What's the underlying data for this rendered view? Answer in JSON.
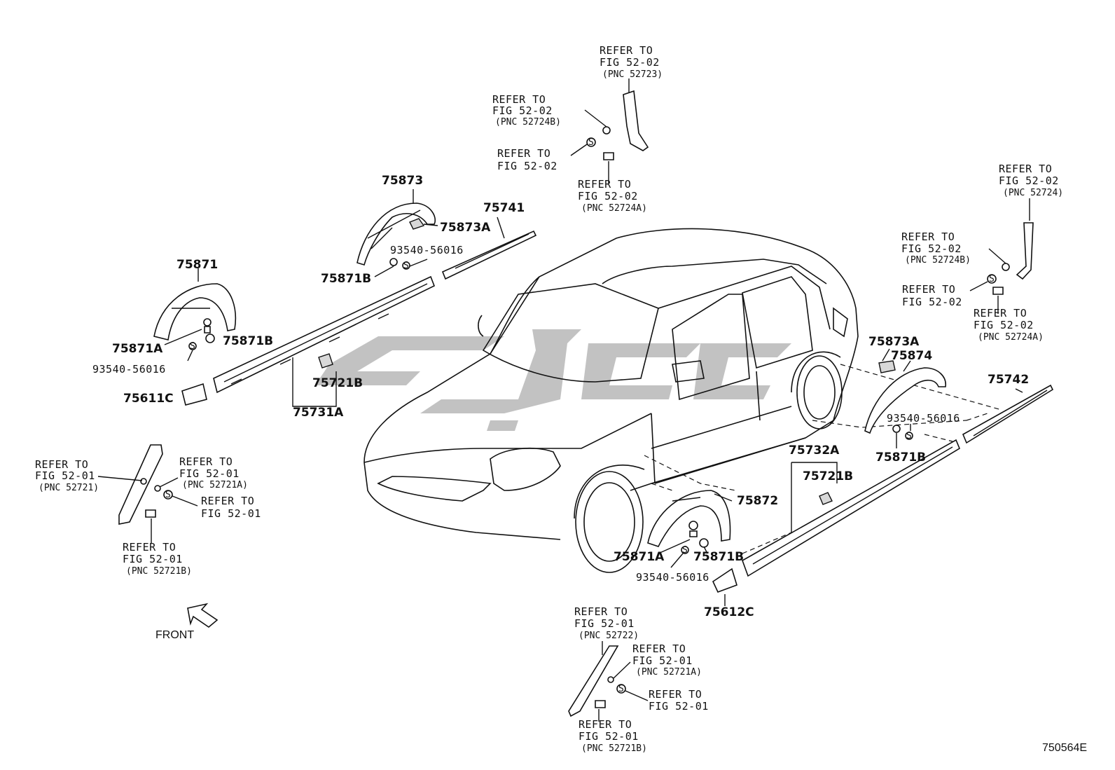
{
  "callouts": {
    "c1": {
      "line1": "REFER TO",
      "line2": "FIG 52-02",
      "line3": "(PNC 52723)"
    },
    "c2": {
      "line1": "REFER TO",
      "line2": "FIG 52-02",
      "line3": "(PNC 52724B)"
    },
    "c3": {
      "line1": "REFER TO",
      "line2": "FIG 52-02"
    },
    "c4": {
      "line1": "REFER TO",
      "line2": "FIG 52-02",
      "line3": "(PNC 52724A)"
    },
    "c5": {
      "line1": "REFER TO",
      "line2": "FIG 52-02",
      "line3": "(PNC 52724)"
    },
    "c6": {
      "line1": "REFER TO",
      "line2": "FIG 52-02",
      "line3": "(PNC 52724B)"
    },
    "c7": {
      "line1": "REFER TO",
      "line2": "FIG 52-02"
    },
    "c8": {
      "line1": "REFER TO",
      "line2": "FIG 52-02",
      "line3": "(PNC 52724A)"
    },
    "c9": {
      "line1": "REFER TO",
      "line2": "FIG 52-01",
      "line3": "(PNC 52721)"
    },
    "c10": {
      "line1": "REFER TO",
      "line2": "FIG 52-01",
      "line3": "(PNC 52721A)"
    },
    "c11": {
      "line1": "REFER TO",
      "line2": "FIG 52-01"
    },
    "c12": {
      "line1": "REFER TO",
      "line2": "FIG 52-01",
      "line3": "(PNC 52721B)"
    },
    "c13": {
      "line1": "REFER TO",
      "line2": "FIG 52-01",
      "line3": "(PNC 52722)"
    },
    "c14": {
      "line1": "REFER TO",
      "line2": "FIG 52-01",
      "line3": "(PNC 52721A)"
    },
    "c15": {
      "line1": "REFER TO",
      "line2": "FIG 52-01"
    },
    "c16": {
      "line1": "REFER TO",
      "line2": "FIG 52-01",
      "line3": "(PNC 52721B)"
    }
  },
  "parts": {
    "p75873": "75873",
    "p75873A_top": "75873A",
    "p75741": "75741",
    "p93540_top": "93540-56016",
    "p75871B_top": "75871B",
    "p75871": "75871",
    "p75871A_left": "75871A",
    "p75871B_left": "75871B",
    "p93540_left": "93540-56016",
    "p75611C": "75611C",
    "p75721B_left": "75721B",
    "p75731A": "75731A",
    "p75873A_right": "75873A",
    "p75874": "75874",
    "p75742": "75742",
    "p93540_right": "93540-56016",
    "p75871B_right": "75871B",
    "p75732A": "75732A",
    "p75721B_right": "75721B",
    "p75872": "75872",
    "p75871A_bottom": "75871A",
    "p75871B_bottom": "75871B",
    "p93540_bottom": "93540-56016",
    "p75612C": "75612C"
  },
  "front_label": "FRONT",
  "figure_code": "750564E",
  "icons": {
    "front_arrow": "front-arrow-icon",
    "screw_symbol": "S"
  }
}
